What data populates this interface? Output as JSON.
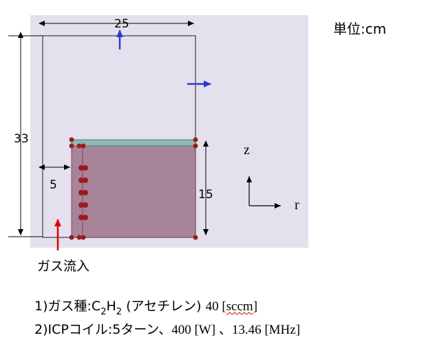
{
  "unit_label": "単位:cm",
  "dimensions": {
    "width_total": "25",
    "height_total": "33",
    "inner_offset": "5",
    "coil_height": "15"
  },
  "axes": {
    "z": "z",
    "r": "r"
  },
  "gas_inflow_label": "ガス流入",
  "conditions": {
    "line1": {
      "prefix": "1)ガス種:",
      "c": "C",
      "c_sub": "2",
      "h": "H",
      "h_sub": "2",
      "name": " (アセチレン) ",
      "value": "40 [",
      "unit": "sccm",
      "close": "]"
    },
    "line2": {
      "prefix": "2)ICPコイル:5ターン、",
      "power": "400 [W] 、13.46 [MHz]"
    }
  },
  "colors": {
    "background_panel": "#e4e0ee",
    "chamber_line": "#4a4a4a",
    "plasma_region": "#a8849a",
    "plasma_edge": "#8a3c5c",
    "top_plate": "#8fb7b5",
    "coil_dot": "#9b1c1c",
    "gas_arrow": "#e00000",
    "flow_arrow": "#2a3ad0"
  }
}
